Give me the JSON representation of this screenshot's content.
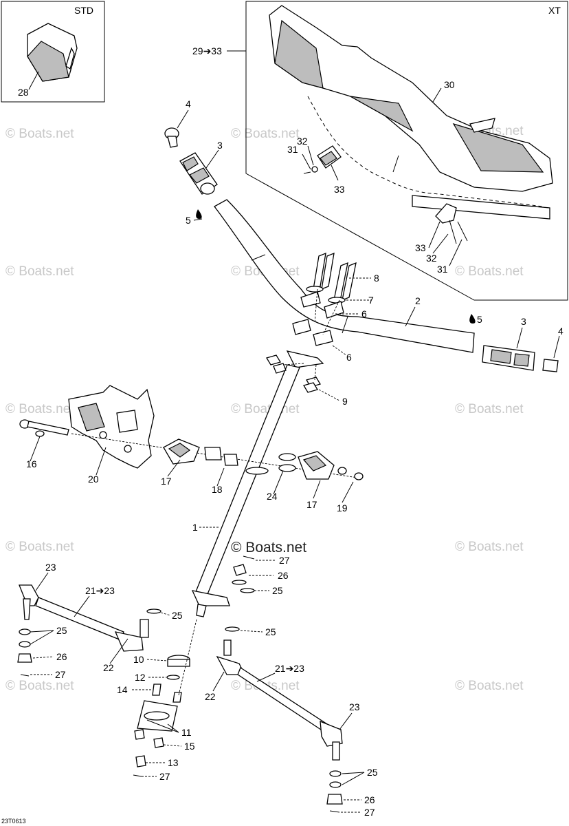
{
  "insets": {
    "std": {
      "label": "STD",
      "part": "28"
    },
    "xt": {
      "label": "XT",
      "range": "29➔33",
      "parts": [
        "30",
        "31",
        "32",
        "33",
        "33",
        "32",
        "31"
      ]
    }
  },
  "watermark": {
    "text": "© Boats.net",
    "main": "© Boats.net"
  },
  "callouts": [
    {
      "id": "c4a",
      "text": "4"
    },
    {
      "id": "c3a",
      "text": "3"
    },
    {
      "id": "c5a",
      "text": "5"
    },
    {
      "id": "c8",
      "text": "8"
    },
    {
      "id": "c7",
      "text": "7"
    },
    {
      "id": "c6a",
      "text": "6"
    },
    {
      "id": "c2",
      "text": "2"
    },
    {
      "id": "c5b",
      "text": "5"
    },
    {
      "id": "c3b",
      "text": "3"
    },
    {
      "id": "c4b",
      "text": "4"
    },
    {
      "id": "c6b",
      "text": "6"
    },
    {
      "id": "c9",
      "text": "9"
    },
    {
      "id": "c16",
      "text": "16"
    },
    {
      "id": "c20",
      "text": "20"
    },
    {
      "id": "c17a",
      "text": "17"
    },
    {
      "id": "c18",
      "text": "18"
    },
    {
      "id": "c24",
      "text": "24"
    },
    {
      "id": "c17b",
      "text": "17"
    },
    {
      "id": "c19",
      "text": "19"
    },
    {
      "id": "c1",
      "text": "1"
    },
    {
      "id": "c27a",
      "text": "27"
    },
    {
      "id": "c26a",
      "text": "26"
    },
    {
      "id": "c25a",
      "text": "25"
    },
    {
      "id": "c23a",
      "text": "23"
    },
    {
      "id": "c21a",
      "text": "21➔23"
    },
    {
      "id": "c25b",
      "text": "25"
    },
    {
      "id": "c25c",
      "text": "25"
    },
    {
      "id": "c26b",
      "text": "26"
    },
    {
      "id": "c27b",
      "text": "27"
    },
    {
      "id": "c22a",
      "text": "22"
    },
    {
      "id": "c10",
      "text": "10"
    },
    {
      "id": "c12",
      "text": "12"
    },
    {
      "id": "c14",
      "text": "14"
    },
    {
      "id": "c11",
      "text": "11"
    },
    {
      "id": "c15",
      "text": "15"
    },
    {
      "id": "c13",
      "text": "13"
    },
    {
      "id": "c27c",
      "text": "27"
    },
    {
      "id": "c25d",
      "text": "25"
    },
    {
      "id": "c21b",
      "text": "21➔23"
    },
    {
      "id": "c22b",
      "text": "22"
    },
    {
      "id": "c23b",
      "text": "23"
    },
    {
      "id": "c25e",
      "text": "25"
    },
    {
      "id": "c26c",
      "text": "26"
    },
    {
      "id": "c27d",
      "text": "27"
    }
  ],
  "footer": {
    "code": "23T0613"
  }
}
